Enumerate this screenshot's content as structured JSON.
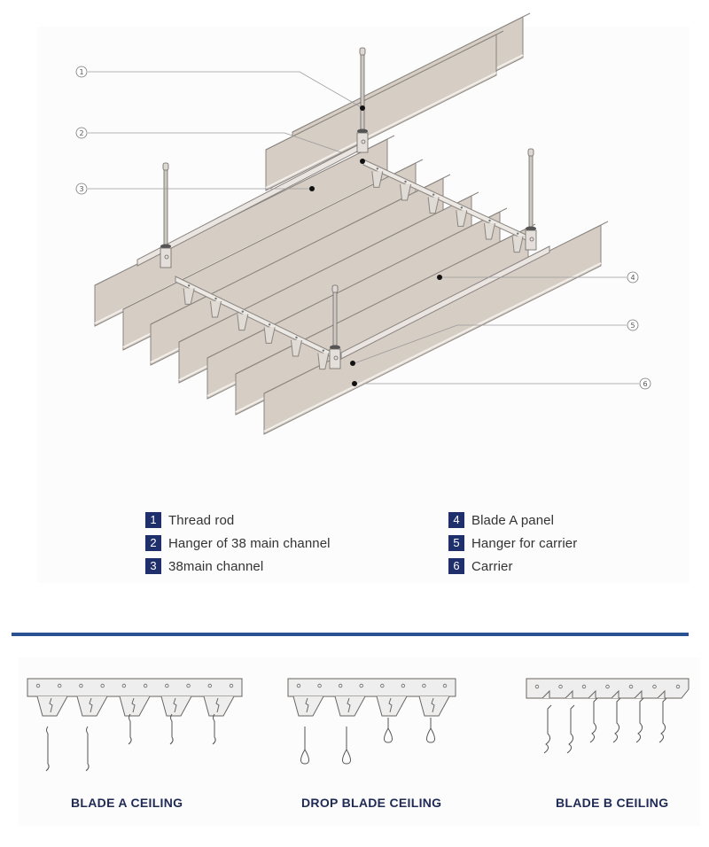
{
  "diagram": {
    "title": "Blade ceiling installation assembly",
    "callouts": [
      {
        "number": "1",
        "label": "Thread rod"
      },
      {
        "number": "2",
        "label": "Hanger of 38 main channel"
      },
      {
        "number": "3",
        "label": "38main channel"
      },
      {
        "number": "4",
        "label": "Blade A panel"
      },
      {
        "number": "5",
        "label": "Hanger for carrier"
      },
      {
        "number": "6",
        "label": "Carrier"
      }
    ],
    "callout_glyphs": [
      "①",
      "②",
      "③",
      "④",
      "⑤",
      "⑥"
    ],
    "colors": {
      "panel_fill": "#d6cdc5",
      "panel_stroke": "#8a8580",
      "badge": "#1f2f6b",
      "divider": "#2a5293",
      "profile_label": "#1f2a55"
    }
  },
  "legend": {
    "left": [
      {
        "number": "1",
        "label": "Thread rod"
      },
      {
        "number": "2",
        "label": "Hanger of 38 main channel"
      },
      {
        "number": "3",
        "label": "38main channel"
      }
    ],
    "right": [
      {
        "number": "4",
        "label": "Blade A panel"
      },
      {
        "number": "5",
        "label": "Hanger for carrier"
      },
      {
        "number": "6",
        "label": "Carrier"
      }
    ]
  },
  "profiles": [
    {
      "label": "BLADE A CEILING",
      "blade_count": 5
    },
    {
      "label": "DROP BLADE CEILING",
      "blade_count": 4
    },
    {
      "label": "BLADE B CEILING",
      "blade_count": 6
    }
  ]
}
